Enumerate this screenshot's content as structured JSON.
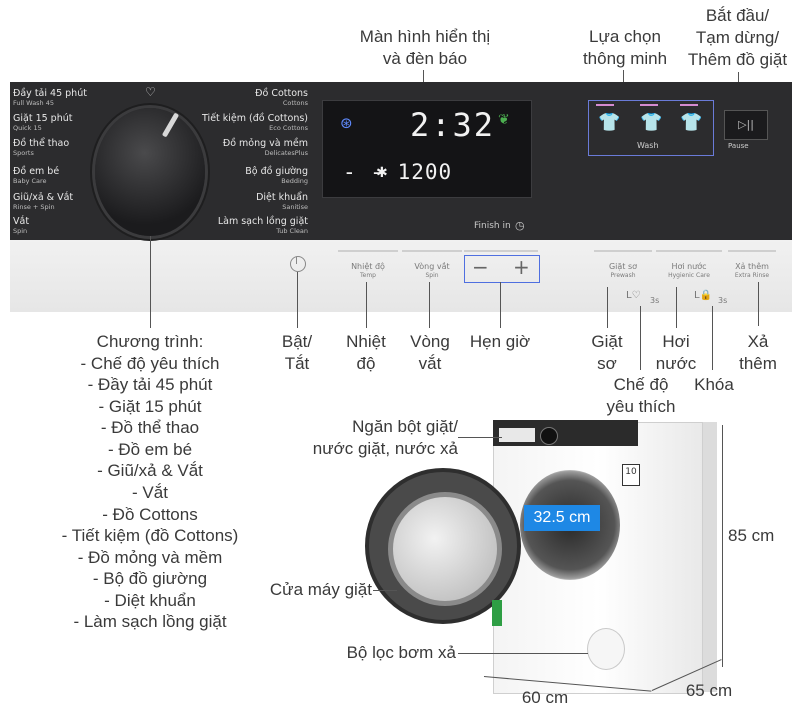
{
  "callouts": {
    "display": "Màn hình hiển thị\nvà đèn báo",
    "smart": "Lựa chọn\nthông minh",
    "start": "Bắt đầu/\nTạm dừng/\nThêm đồ giặt",
    "program_title": "Chương trình:",
    "program_list": [
      "- Chế độ yêu thích",
      "- Đầy tải 45 phút",
      "- Giặt 15 phút",
      "- Đồ thể thao",
      "- Đồ em bé",
      "- Giũ/xả & Vắt",
      "- Vắt",
      "- Đồ Cottons",
      "- Tiết kiệm (đồ Cottons)",
      "- Đồ mỏng và mềm",
      "- Bộ đồ giường",
      "- Diệt khuẩn",
      "- Làm sạch lồng giặt"
    ],
    "power": "Bật/\nTắt",
    "temp": "Nhiệt\nđộ",
    "spin": "Vòng\nvắt",
    "timer": "Hẹn giờ",
    "prewash": "Giặt\nsơ",
    "favourite": "Chế độ\nyêu thích",
    "steam": "Hơi\nnước",
    "lock": "Khóa",
    "rinse": "Xả\nthêm",
    "detergent": "Ngăn bột giặt/\nnước giặt, nước xả",
    "door": "Cửa máy giặt",
    "filter": "Bộ lọc bơm xả"
  },
  "panel": {
    "left_programs": [
      {
        "main": "Đầy tải 45 phút",
        "sub": "Full Wash 45"
      },
      {
        "main": "Giặt 15 phút",
        "sub": "Quick 15"
      },
      {
        "main": "Đồ thể thao",
        "sub": "Sports"
      },
      {
        "main": "Đồ em bé",
        "sub": "Baby Care"
      },
      {
        "main": "Giũ/xả & Vắt",
        "sub": "Rinse + Spin"
      },
      {
        "main": "Vắt",
        "sub": "Spin"
      }
    ],
    "right_programs": [
      {
        "main": "Đồ Cottons",
        "sub": "Cottons"
      },
      {
        "main": "Tiết kiệm (đồ Cottons)",
        "sub": "Eco Cottons"
      },
      {
        "main": "Đồ mỏng và mềm",
        "sub": "DelicatesPlus"
      },
      {
        "main": "Bộ đồ giường",
        "sub": "Bedding"
      },
      {
        "main": "Diệt khuẩn",
        "sub": "Sanitise"
      },
      {
        "main": "Làm sạch lồng giặt",
        "sub": "Tub Clean"
      }
    ],
    "time": "2:32",
    "spin_readout": "- -  1200",
    "finish_in": "Finish in",
    "wash": "Wash",
    "pause": "Pause",
    "btn_temp": "Nhiệt độ",
    "btn_temp_sub": "Temp",
    "btn_spin": "Vòng vắt",
    "btn_spin_sub": "Spin",
    "btn_prewash": "Giặt sơ",
    "btn_prewash_sub": "Prewash",
    "btn_steam": "Hơi nước",
    "btn_steam_sub": "Hygienic Care",
    "btn_rinse": "Xả thêm",
    "btn_rinse_sub": "Extra Rinse",
    "hold_fav": "3s",
    "hold_lock": "3s"
  },
  "dimensions": {
    "opening": "32.5 cm",
    "height": "85 cm",
    "width": "60 cm",
    "depth": "65 cm"
  },
  "machine": {
    "energy_label": "10"
  }
}
